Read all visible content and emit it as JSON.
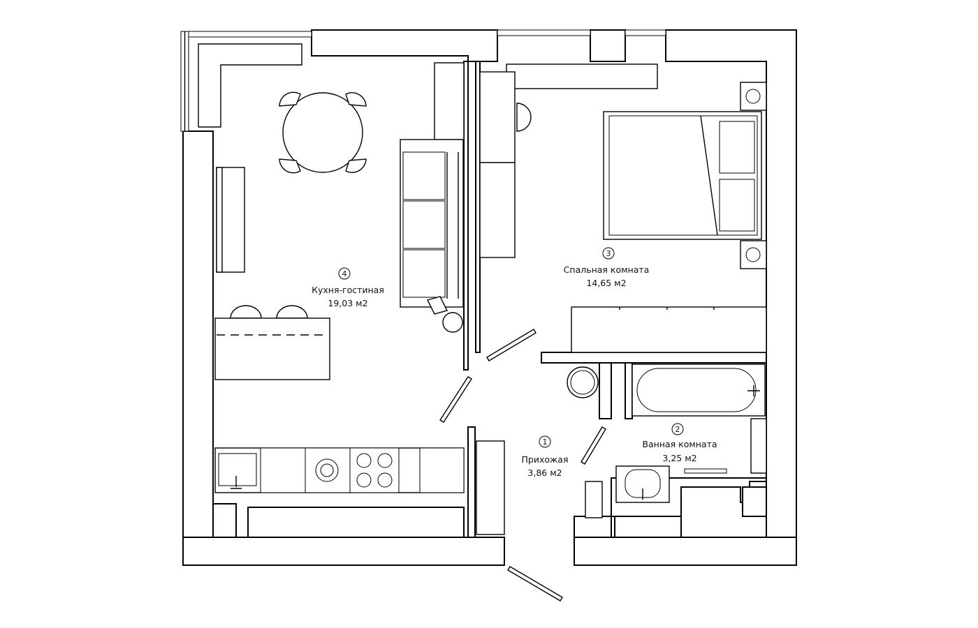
{
  "rooms": [
    {
      "id": "hall",
      "number": "1",
      "name": "Прихожая",
      "area": "3,86 м2"
    },
    {
      "id": "bathroom",
      "number": "2",
      "name": "Ванная комната",
      "area": "3,25 м2"
    },
    {
      "id": "bedroom",
      "number": "3",
      "name": "Спальная комната",
      "area": "14,65 м2"
    },
    {
      "id": "kitchen",
      "number": "4",
      "name": "Кухня-гостиная",
      "area": "19,03 м2"
    }
  ]
}
